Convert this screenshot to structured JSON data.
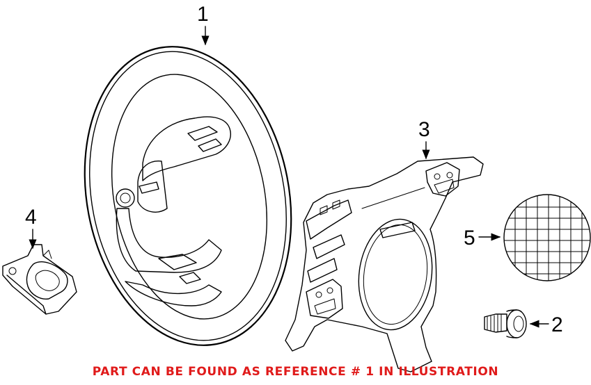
{
  "callouts": {
    "wheel": "1",
    "bolt": "2",
    "cover": "3",
    "clip": "4",
    "emblem": "5"
  },
  "footer_note": "PART CAN BE FOUND AS REFERENCE # 1 IN ILLUSTRATION",
  "colors": {
    "footer": "#e01a1a",
    "lines": "#000000"
  }
}
